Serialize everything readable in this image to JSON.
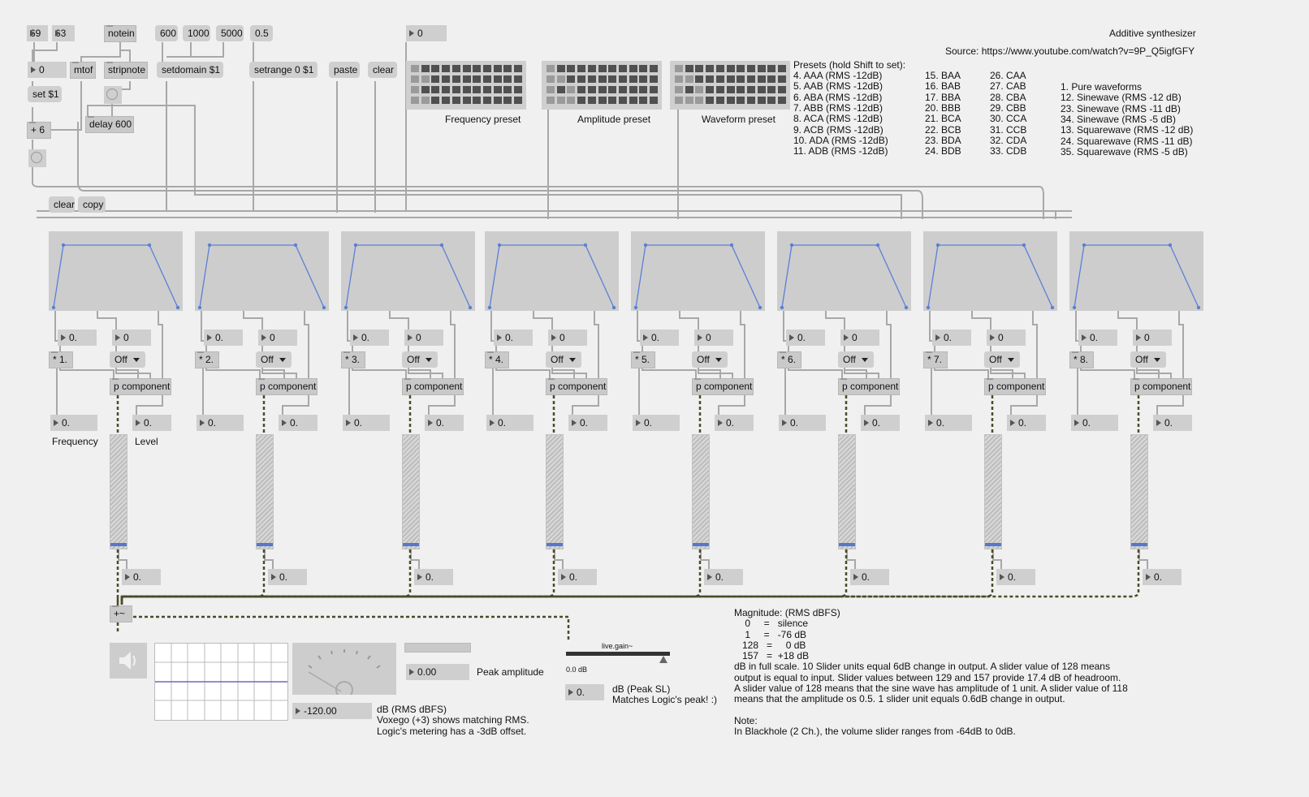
{
  "top_objects": {
    "num69": "69",
    "num63": "63",
    "notein": "notein",
    "n600": "600",
    "n1000": "1000",
    "n5000": "5000",
    "n05": "0.5",
    "num0": "0",
    "mtof": "mtof",
    "stripnote": "stripnote",
    "setdomain": "setdomain $1",
    "setrange": "setrange 0 $1",
    "paste": "paste",
    "clear": "clear",
    "set1": "set $1",
    "plus6": "+ 6",
    "delay": "delay 600",
    "clear2": "clear",
    "copy": "copy",
    "preset_num": "0"
  },
  "presets": {
    "frequency_label": "Frequency preset",
    "amplitude_label": "Amplitude preset",
    "waveform_label": "Waveform preset"
  },
  "header": {
    "title": "Additive synthesizer",
    "source": "Source: https://www.youtube.com/watch?v=9P_Q5igfGFY"
  },
  "preset_list": {
    "heading": "Presets (hold Shift to set):",
    "col1": [
      "4.   AAA (RMS -12dB)",
      "5.   AAB (RMS -12dB)",
      "6.   ABA (RMS -12dB)",
      "7.   ABB (RMS -12dB)",
      "8.   ACA (RMS -12dB)",
      "9.   ACB (RMS -12dB)",
      "10. ADA (RMS -12dB)",
      "11. ADB (RMS -12dB)"
    ],
    "col2": [
      "15. BAA",
      "16. BAB",
      "17. BBA",
      "20. BBB",
      "21. BCA",
      "22. BCB",
      "23. BDA",
      "24. BDB"
    ],
    "col3": [
      "26. CAA",
      "27. CAB",
      "28. CBA",
      "29. CBB",
      "30. CCA",
      "31. CCB",
      "32. CDA",
      "33. CDB"
    ],
    "col4": [
      "1.    Pure waveforms",
      "12. Sinewave (RMS -12 dB)",
      "23. Sinewave (RMS -11 dB)",
      "34. Sinewave (RMS -5 dB)",
      "13. Squarewave (RMS -12 dB)",
      "24. Squarewave (RMS -11 dB)",
      "35. Squarewave (RMS -5 dB)"
    ]
  },
  "channels": [
    {
      "mult": "* 1.",
      "ratio": "0.",
      "wave": "0",
      "menu": "Off",
      "comp": "p component",
      "freq_out": "0.",
      "level_out": "0.",
      "slider_out": "0.",
      "slider_level": 0.02
    },
    {
      "mult": "* 2.",
      "ratio": "0.",
      "wave": "0",
      "menu": "Off",
      "comp": "p component",
      "freq_out": "0.",
      "level_out": "0.",
      "slider_out": "0.",
      "slider_level": 0.02
    },
    {
      "mult": "* 3.",
      "ratio": "0.",
      "wave": "0",
      "menu": "Off",
      "comp": "p component",
      "freq_out": "0.",
      "level_out": "0.",
      "slider_out": "0.",
      "slider_level": 0.02
    },
    {
      "mult": "* 4.",
      "ratio": "0.",
      "wave": "0",
      "menu": "Off",
      "comp": "p component",
      "freq_out": "0.",
      "level_out": "0.",
      "slider_out": "0.",
      "slider_level": 0.02
    },
    {
      "mult": "* 5.",
      "ratio": "0.",
      "wave": "0",
      "menu": "Off",
      "comp": "p component",
      "freq_out": "0.",
      "level_out": "0.",
      "slider_out": "0.",
      "slider_level": 0.02
    },
    {
      "mult": "* 6.",
      "ratio": "0.",
      "wave": "0",
      "menu": "Off",
      "comp": "p component",
      "freq_out": "0.",
      "level_out": "0.",
      "slider_out": "0.",
      "slider_level": 0.02
    },
    {
      "mult": "* 7.",
      "ratio": "0.",
      "wave": "0",
      "menu": "Off",
      "comp": "p component",
      "freq_out": "0.",
      "level_out": "0.",
      "slider_out": "0.",
      "slider_level": 0.02
    },
    {
      "mult": "* 8.",
      "ratio": "0.",
      "wave": "0",
      "menu": "Off",
      "comp": "p component",
      "freq_out": "0.",
      "level_out": "0.",
      "slider_out": "0.",
      "slider_level": 0.02
    }
  ],
  "channel_labels": {
    "frequency": "Frequency",
    "level": "Level"
  },
  "output": {
    "sum": "+~",
    "peak_value": "0.00",
    "peak_label": "Peak amplitude",
    "db_value": "-120.00",
    "db_text": "dB (RMS dBFS)\nVoxego (+3) shows matching RMS.\nLogic's metering has a -3dB offset.",
    "live_gain": "live.gain~",
    "gain_value": "0.0 dB",
    "peak_sl": "0.",
    "peak_sl_text": "dB (Peak SL)\nMatches Logic's peak! :)"
  },
  "magnitude_text": "Magnitude: (RMS dBFS)\n    0     =   silence\n    1     =   -76 dB\n   128   =     0 dB\n   157   =  +18 dB\ndB in full scale. 10 Slider units equal 6dB change in output. A slider value of 128 means\noutput is equal to input. Slider values between 129 and 157 provide 17.4 dB of headroom.\nA slider value of 128 means that the sine wave has amplitude of 1 unit. A slider value of 118\nmeans that the amplitude os 0.5. 1 slider unit equals 0.6dB change in output.\n\nNote:\nIn Blackhole (2 Ch.), the volume slider ranges from -64dB to 0dB."
}
